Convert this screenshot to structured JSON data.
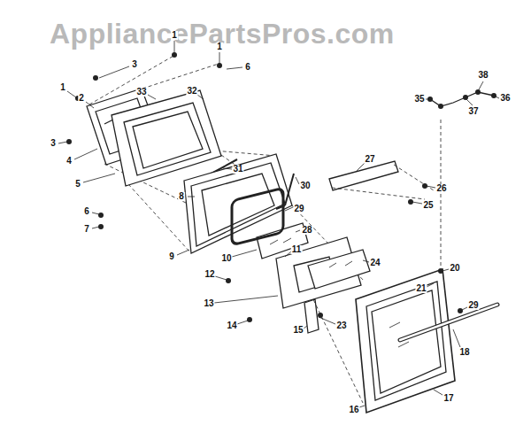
{
  "diagram": {
    "labels": [
      "AppliancePartsPros.com",
      "1",
      "3",
      "1",
      "1",
      "6",
      "2",
      "33",
      "32",
      "3",
      "4",
      "31",
      "30",
      "29",
      "5",
      "8",
      "28",
      "6",
      "7",
      "9",
      "10",
      "11",
      "12",
      "13",
      "14",
      "15",
      "23",
      "24",
      "27",
      "26",
      "25",
      "35",
      "38",
      "37",
      "36",
      "20",
      "21",
      "29",
      "18",
      "17",
      "16"
    ]
  }
}
